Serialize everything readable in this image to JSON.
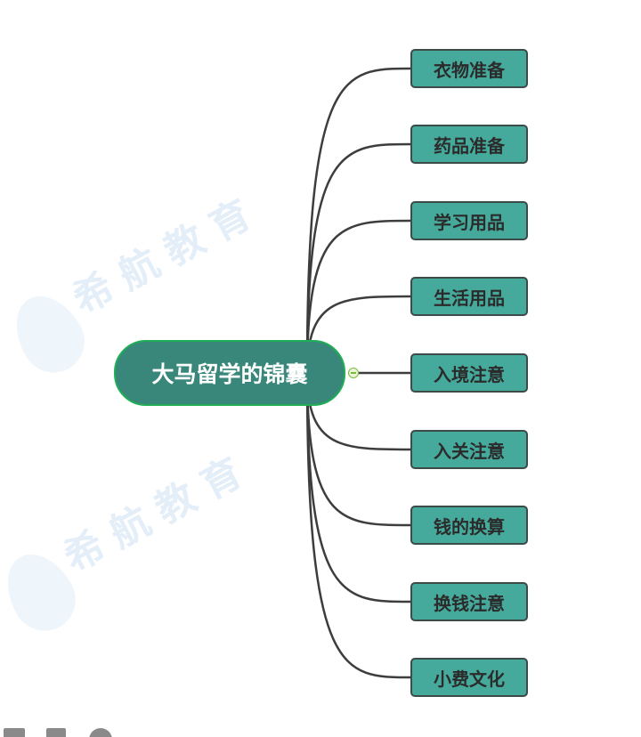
{
  "root": {
    "label": "大马留学的锦囊"
  },
  "children": [
    {
      "label": "衣物准备"
    },
    {
      "label": "药品准备"
    },
    {
      "label": "学习用品"
    },
    {
      "label": "生活用品"
    },
    {
      "label": "入境注意"
    },
    {
      "label": "入关注意"
    },
    {
      "label": "钱的换算"
    },
    {
      "label": "换钱注意"
    },
    {
      "label": "小费文化"
    }
  ],
  "watermark": {
    "text": "希航教育"
  },
  "colors": {
    "root_fill": "#38877a",
    "root_border": "#1fae55",
    "node_fill": "#45aa9b",
    "node_border": "#3c4a48",
    "link": "#3d3d3d"
  }
}
